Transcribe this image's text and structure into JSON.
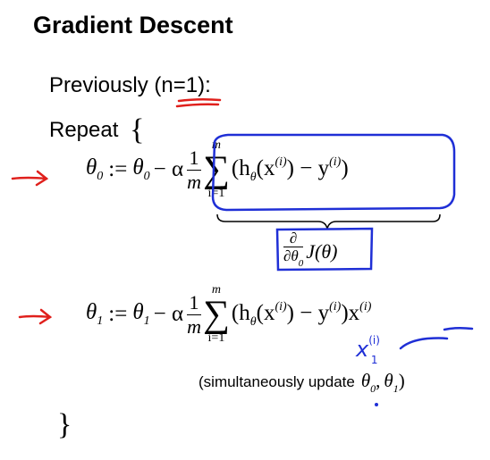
{
  "slide": {
    "title": "Gradient Descent",
    "previously": "Previously (n=1):",
    "repeat": "Repeat",
    "open_brace": "{",
    "close_brace": "}"
  },
  "eq0": {
    "lhs": "θ",
    "lhs_sub": "0",
    "assign": ":=",
    "theta": "θ",
    "theta_sub": "0",
    "minus_alpha": "− α",
    "frac_num": "1",
    "frac_den": "m",
    "sum_top": "m",
    "sum_sym": "∑",
    "sum_bot": "i=1",
    "body_a": "(h",
    "h_sub": "θ",
    "body_b": "(x",
    "x_sup": "(i)",
    "body_c": ") − y",
    "y_sup": "(i)",
    "body_d": ")"
  },
  "deriv": {
    "num": "∂",
    "den": "∂θ",
    "den_sub": "0",
    "func": "J(θ)"
  },
  "eq1": {
    "lhs": "θ",
    "lhs_sub": "1",
    "assign": ":=",
    "theta": "θ",
    "theta_sub": "1",
    "minus_alpha": "− α",
    "frac_num": "1",
    "frac_den": "m",
    "sum_top": "m",
    "sum_sym": "∑",
    "sum_bot": "i=1",
    "body_a": "(h",
    "h_sub": "θ",
    "body_b": "(x",
    "x_sup": "(i)",
    "body_c": ") − y",
    "y_sup": "(i)",
    "body_d": ")x",
    "x2_sup": "(i)"
  },
  "note": {
    "text": "(simultaneously update",
    "theta0": "θ",
    "theta0_sub": "0",
    "comma": ",",
    "theta1": "θ",
    "theta1_sub": "1",
    "close": ")"
  },
  "handwriting": {
    "x_label": "x",
    "x_sup": "(i)",
    "x_sub": "1"
  },
  "colors": {
    "annotation_red": "#e0201c",
    "annotation_blue": "#1f2fd6"
  }
}
